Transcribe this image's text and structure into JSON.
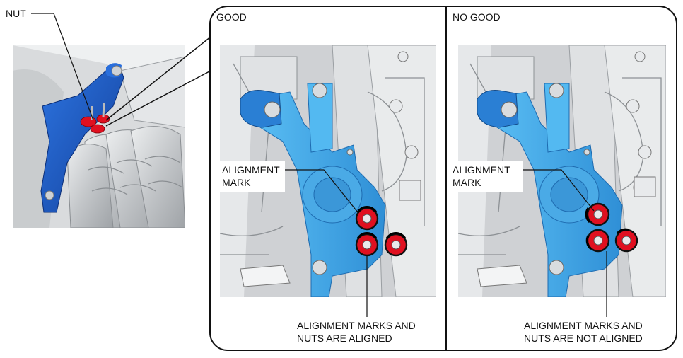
{
  "overview": {
    "nut_label": "NUT"
  },
  "panels": [
    {
      "title": "GOOD",
      "alignment_mark_label": [
        "ALIGNMENT",
        "MARK"
      ],
      "caption": [
        "ALIGNMENT MARKS AND",
        "NUTS ARE ALIGNED"
      ]
    },
    {
      "title": "NO GOOD",
      "alignment_mark_label": [
        "ALIGNMENT",
        "MARK"
      ],
      "caption": [
        "ALIGNMENT MARKS AND",
        "NUTS ARE NOT ALIGNED"
      ]
    }
  ],
  "colors": {
    "bracket": "#1a5bc9",
    "bracket_light": "#3aa6e8",
    "nut": "#e01020",
    "engine": "#b9bcc0"
  }
}
